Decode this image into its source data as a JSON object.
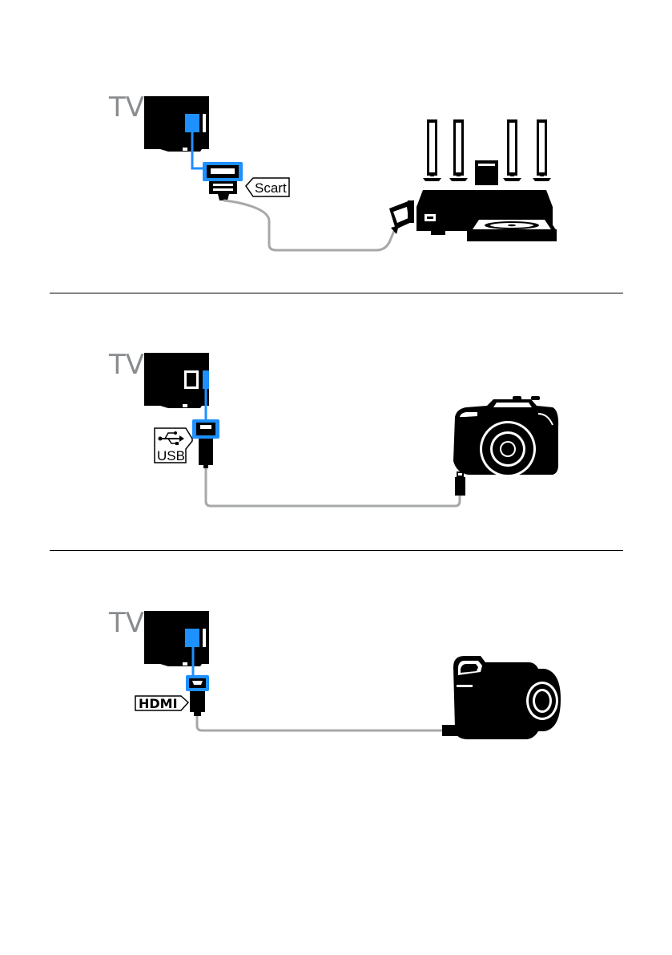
{
  "colors": {
    "accent": "#1e90ff",
    "tv_label": "#8a8d8f",
    "cable": "#a6a8aa",
    "device": "#000000"
  },
  "diagrams": [
    {
      "tv_label": "TV",
      "port_label": "Scart",
      "device": "home-theater-system-with-dvd"
    },
    {
      "tv_label": "TV",
      "port_label": "USB",
      "device": "digital-camera"
    },
    {
      "tv_label": "TV",
      "port_label": "HDMI",
      "device": "camcorder"
    }
  ]
}
